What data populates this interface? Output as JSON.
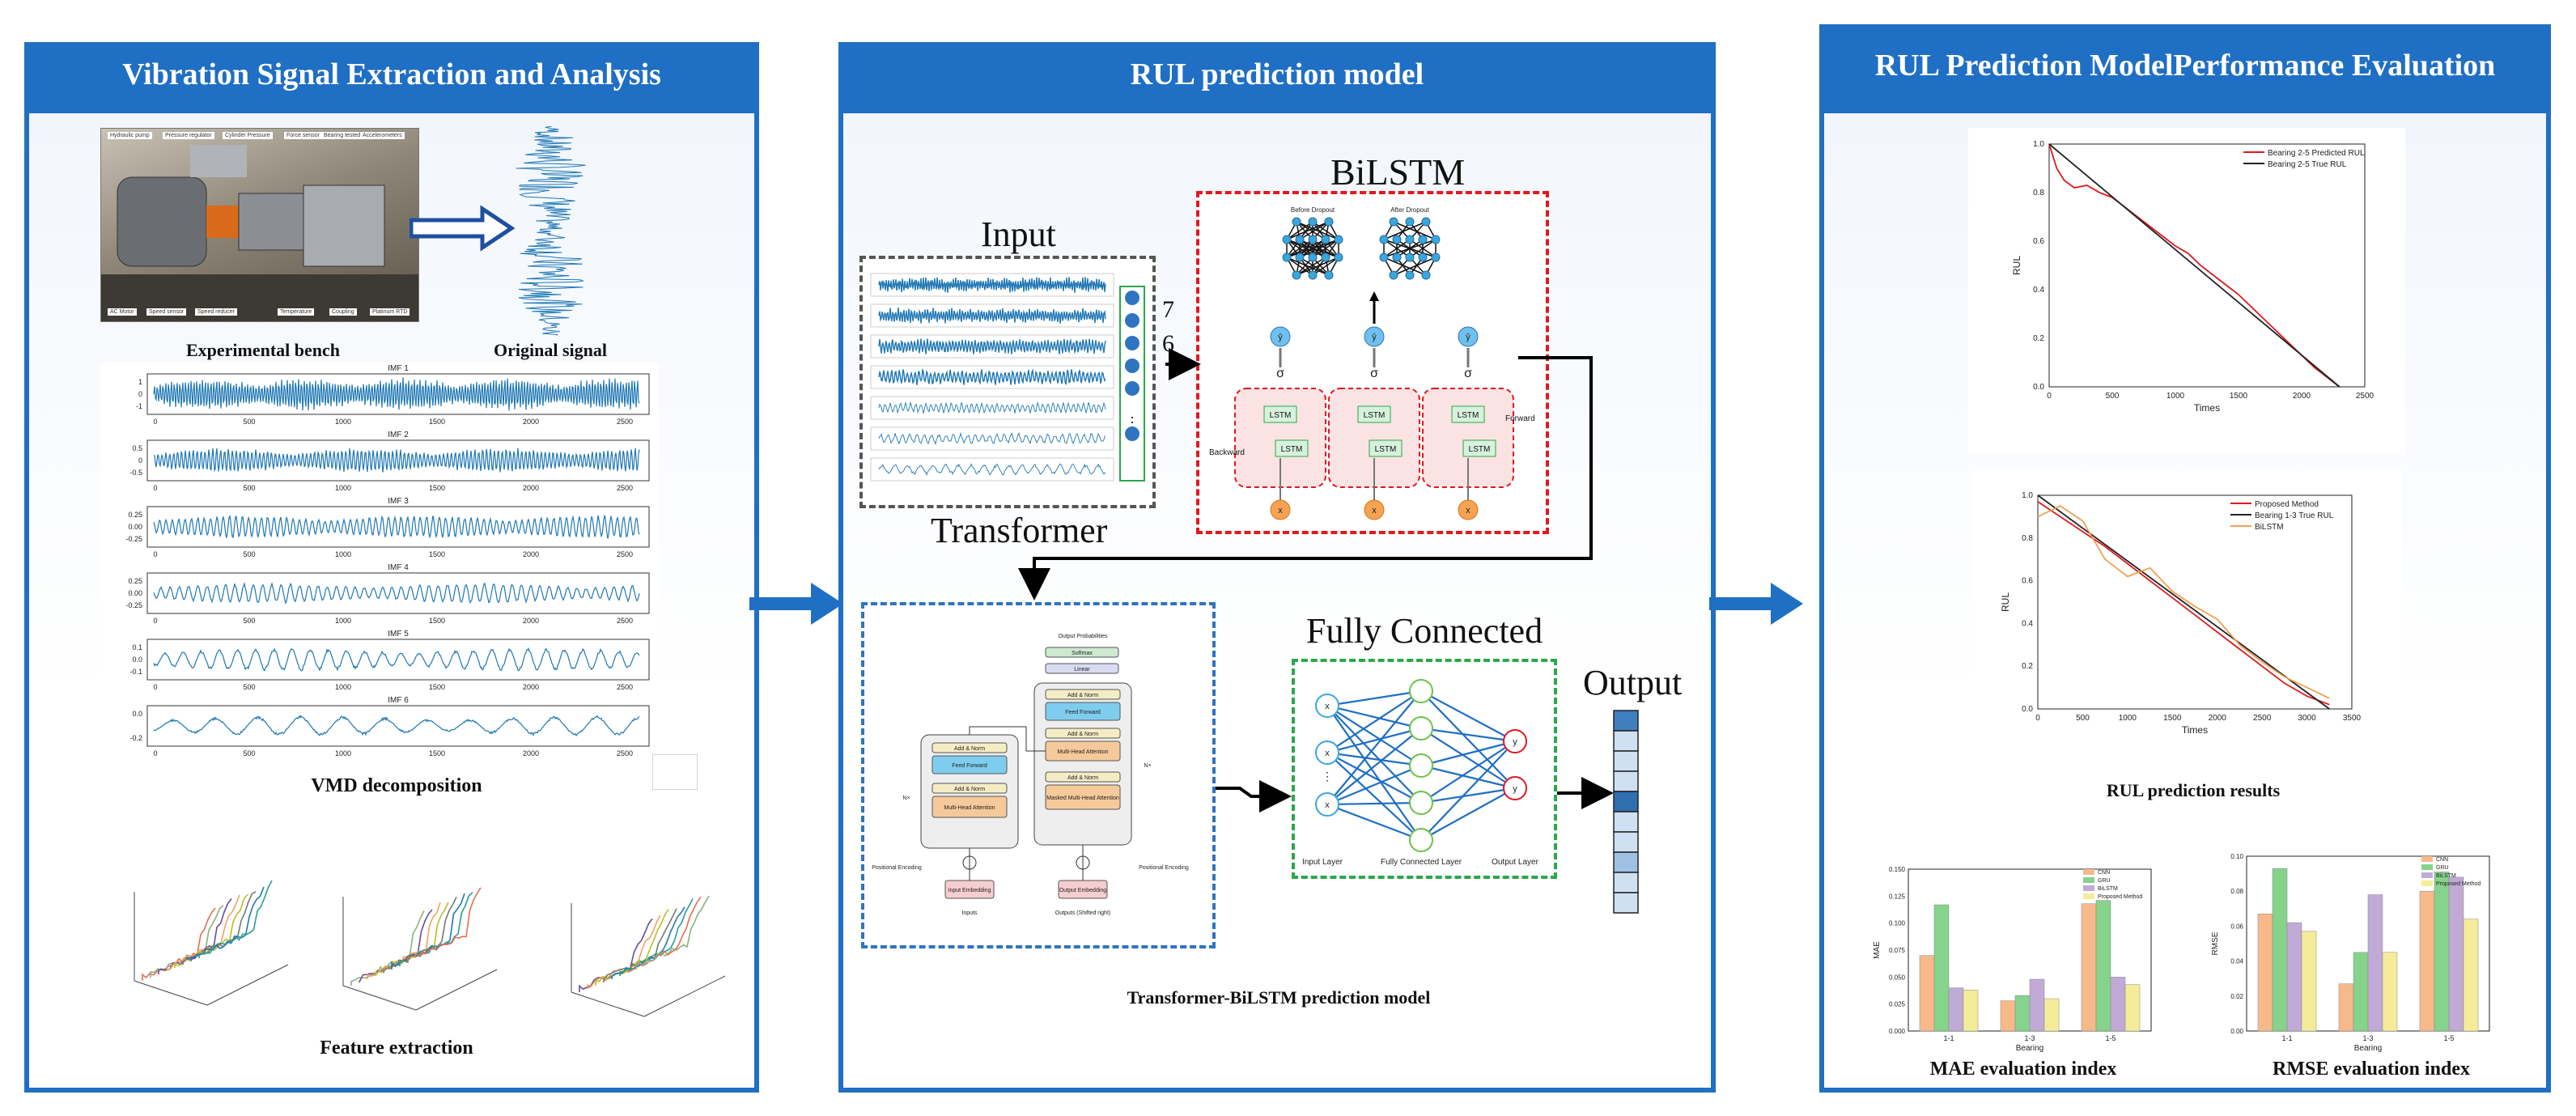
{
  "panels": {
    "left": {
      "title": "Vibration Signal Extraction and Analysis",
      "bench_caption": "Experimental bench",
      "signal_caption": "Original signal",
      "vmd_caption": "VMD decomposition",
      "feature_caption": "Feature extraction",
      "bench_labels": [
        "Hydraulic pump",
        "Pressure regulator",
        "Cylinder Pressure",
        "Force sensor",
        "Bearing tested",
        "Accelerometers",
        "AC Motor",
        "Speed sensor",
        "Speed reducer",
        "Temperature",
        "Coupling",
        "Platinum RTD"
      ],
      "imfs": [
        {
          "label": "IMF 1",
          "yticks": [
            "1",
            "0",
            "-1"
          ]
        },
        {
          "label": "IMF 2",
          "yticks": [
            "0.5",
            "0",
            "-0.5"
          ]
        },
        {
          "label": "IMF 3",
          "yticks": [
            "0.25",
            "0.00",
            "-0.25"
          ]
        },
        {
          "label": "IMF 4",
          "yticks": [
            "0.25",
            "0.00",
            "-0.25"
          ]
        },
        {
          "label": "IMF 5",
          "yticks": [
            "0.1",
            "0.0",
            "-0.1"
          ]
        },
        {
          "label": "IMF 6",
          "yticks": [
            "0.0",
            "-0.2"
          ]
        }
      ],
      "imf_xticks": [
        "0",
        "500",
        "1000",
        "1500",
        "2000",
        "2500"
      ]
    },
    "middle": {
      "title": "RUL prediction model",
      "input_label": "Input",
      "bilstm_label": "BiLSTM",
      "transformer_label": "Transformer",
      "fc_label": "Fully Connected",
      "output_label": "Output",
      "caption": "Transformer-BiLSTM prediction model",
      "num_7": "7",
      "num_6": "6",
      "backward": "Backward",
      "forward": "Forward",
      "lstm": "LSTM",
      "dropout_before": "Before Dropout",
      "dropout_after": "After Dropout",
      "fc_input_layer": "Input Layer",
      "fc_hidden_layer": "Fully Connected Layer",
      "fc_output_layer": "Output Layer",
      "tf_output_prob": "Output Probabilities",
      "tf_softmax": "Softmax",
      "tf_linear": "Linear",
      "tf_add_norm": "Add & Norm",
      "tf_feed_forward": "Feed Forward",
      "tf_mha": "Multi-Head Attention",
      "tf_masked_mha": "Masked Multi-Head Attention",
      "tf_pos_enc": "Positional Encoding",
      "tf_input_emb": "Input Embedding",
      "tf_output_emb": "Output Embedding",
      "tf_inputs": "Inputs",
      "tf_outputs": "Outputs (Shifted right)",
      "tf_nx": "N×",
      "sigma": "σ"
    },
    "right": {
      "title": "RUL Prediction ModelPerformance Evaluation",
      "rul_caption": "RUL prediction results",
      "mae_caption": "MAE evaluation index",
      "rmse_caption": "RMSE evaluation index"
    }
  },
  "chart_data": [
    {
      "type": "line",
      "xlabel": "Times",
      "ylabel": "RUL",
      "xlim": [
        0,
        2500
      ],
      "ylim": [
        0,
        1.0
      ],
      "xticks": [
        "0",
        "500",
        "1000",
        "1500",
        "2000",
        "2500"
      ],
      "yticks": [
        "0.0",
        "0.2",
        "0.4",
        "0.6",
        "0.8",
        "1.0"
      ],
      "legend_position": "top-right",
      "series": [
        {
          "name": "Bearing 2-5 Predicted RUL",
          "color": "#e0191f",
          "x": [
            0,
            60,
            120,
            200,
            300,
            400,
            500,
            600,
            700,
            800,
            900,
            1000,
            1100,
            1200,
            1300,
            1400,
            1500,
            1600,
            1700,
            1800,
            1900,
            2000,
            2100,
            2200,
            2300
          ],
          "y": [
            1.0,
            0.9,
            0.85,
            0.82,
            0.83,
            0.8,
            0.78,
            0.74,
            0.7,
            0.66,
            0.62,
            0.58,
            0.55,
            0.5,
            0.46,
            0.42,
            0.38,
            0.33,
            0.28,
            0.23,
            0.18,
            0.13,
            0.08,
            0.04,
            0.0
          ]
        },
        {
          "name": "Bearing 2-5 True RUL",
          "color": "#222222",
          "x": [
            0,
            2300
          ],
          "y": [
            1.0,
            0.0
          ]
        }
      ]
    },
    {
      "type": "line",
      "xlabel": "Times",
      "ylabel": "RUL",
      "xlim": [
        0,
        3500
      ],
      "ylim": [
        0,
        1.0
      ],
      "xticks": [
        "0",
        "500",
        "1000",
        "1500",
        "2000",
        "2500",
        "3000",
        "3500"
      ],
      "yticks": [
        "0.0",
        "0.2",
        "0.4",
        "0.6",
        "0.8",
        "1.0"
      ],
      "legend_position": "top-right",
      "series": [
        {
          "name": "Proposed Method",
          "color": "#e0191f",
          "x": [
            0,
            250,
            500,
            750,
            1000,
            1250,
            1500,
            1750,
            2000,
            2250,
            2500,
            2750,
            3000,
            3250
          ],
          "y": [
            0.97,
            0.9,
            0.83,
            0.76,
            0.68,
            0.6,
            0.52,
            0.44,
            0.36,
            0.28,
            0.2,
            0.12,
            0.06,
            0.02
          ]
        },
        {
          "name": "Bearing 1-3 True RUL",
          "color": "#222222",
          "x": [
            0,
            3250
          ],
          "y": [
            1.0,
            0.0
          ]
        },
        {
          "name": "BiLSTM",
          "color": "#f0a050",
          "x": [
            0,
            250,
            500,
            750,
            1000,
            1250,
            1500,
            1750,
            2000,
            2250,
            2500,
            2750,
            3000,
            3250
          ],
          "y": [
            0.9,
            0.95,
            0.88,
            0.7,
            0.62,
            0.66,
            0.55,
            0.48,
            0.42,
            0.3,
            0.22,
            0.15,
            0.1,
            0.05
          ]
        }
      ]
    },
    {
      "type": "bar",
      "xlabel": "Bearing",
      "ylabel": "MAE",
      "categories": [
        "1-1",
        "1-3",
        "1-5"
      ],
      "ylim": [
        0,
        0.15
      ],
      "yticks": [
        "0.000",
        "0.025",
        "0.050",
        "0.075",
        "0.100",
        "0.125",
        "0.150"
      ],
      "legend_position": "top-right",
      "series": [
        {
          "name": "CNN",
          "color": "#f7b98a",
          "values": [
            0.07,
            0.028,
            0.118
          ]
        },
        {
          "name": "GRU",
          "color": "#86d38b",
          "values": [
            0.117,
            0.033,
            0.121
          ]
        },
        {
          "name": "BiLSTM",
          "color": "#c1aad6",
          "values": [
            0.04,
            0.048,
            0.05
          ]
        },
        {
          "name": "Proposed Method",
          "color": "#f5ec9a",
          "values": [
            0.038,
            0.03,
            0.043
          ]
        }
      ]
    },
    {
      "type": "bar",
      "xlabel": "Bearing",
      "ylabel": "RMSE",
      "categories": [
        "1-1",
        "1-3",
        "1-5"
      ],
      "ylim": [
        0,
        0.1
      ],
      "yticks": [
        "0.00",
        "0.02",
        "0.04",
        "0.06",
        "0.08",
        "0.10"
      ],
      "legend_position": "top-right",
      "series": [
        {
          "name": "CNN",
          "color": "#f7b98a",
          "values": [
            0.067,
            0.027,
            0.08
          ]
        },
        {
          "name": "GRU",
          "color": "#86d38b",
          "values": [
            0.093,
            0.045,
            0.091
          ]
        },
        {
          "name": "BiLSTM",
          "color": "#c1aad6",
          "values": [
            0.062,
            0.078,
            0.088
          ]
        },
        {
          "name": "Proposed Method",
          "color": "#f5ec9a",
          "values": [
            0.057,
            0.045,
            0.064
          ]
        }
      ]
    }
  ]
}
